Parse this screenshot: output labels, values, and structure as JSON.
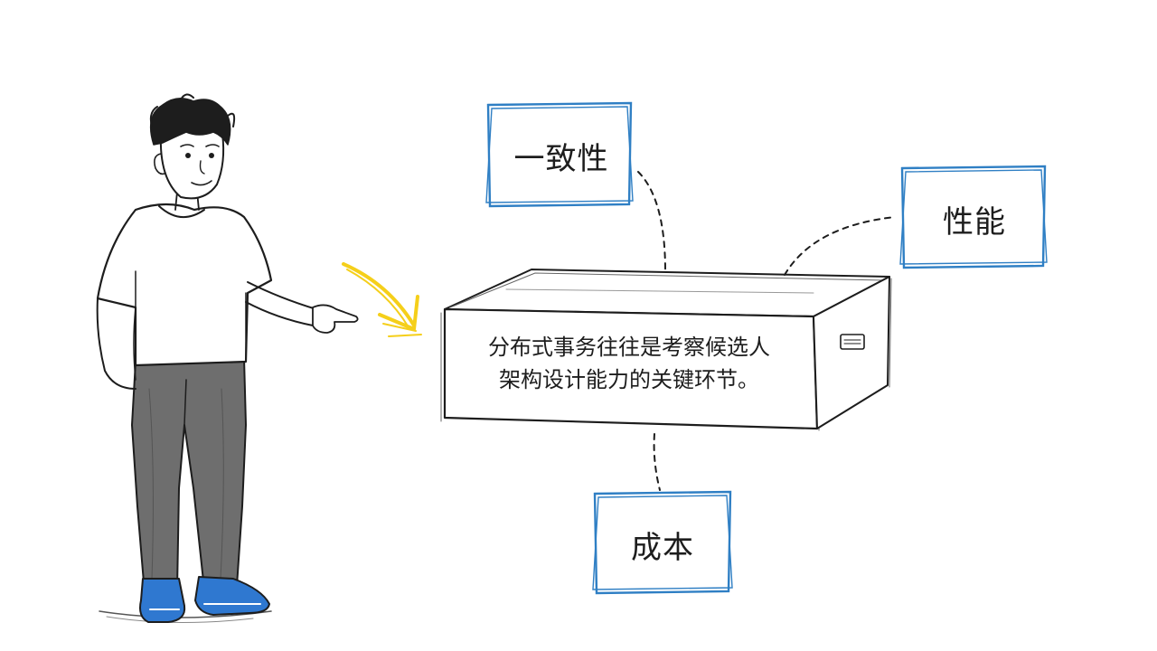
{
  "colors": {
    "ink": "#1d1d1d",
    "accent_blue": "#2f7fc4",
    "arrow_yellow": "#f5cf1a",
    "shoe_blue": "#2f78d0",
    "pants_gray": "#6e6e6e"
  },
  "diagram": {
    "central_box": {
      "line1": "分布式事务往往是考察候选人",
      "line2": "架构设计能力的关键环节。"
    },
    "labels": {
      "consistency": "一致性",
      "performance": "性能",
      "cost": "成本"
    }
  },
  "icons": {
    "figure": "person-pointing-icon",
    "arrow": "yellow-arrow-icon"
  }
}
